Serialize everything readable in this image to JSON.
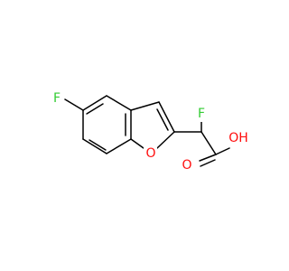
{
  "molecule": {
    "atoms": {
      "fluorine_ring": {
        "symbol": "F",
        "color": "#33cc33"
      },
      "fluorine_alpha": {
        "symbol": "F",
        "color": "#33cc33"
      },
      "oxygen_furan": {
        "symbol": "O",
        "color": "#ff0d0d"
      },
      "oxygen_carbonyl": {
        "symbol": "O",
        "color": "#ff0d0d"
      },
      "hydroxyl": {
        "symbol": "OH",
        "color": "#ff0d0d"
      }
    },
    "bond_color": "#000000"
  }
}
